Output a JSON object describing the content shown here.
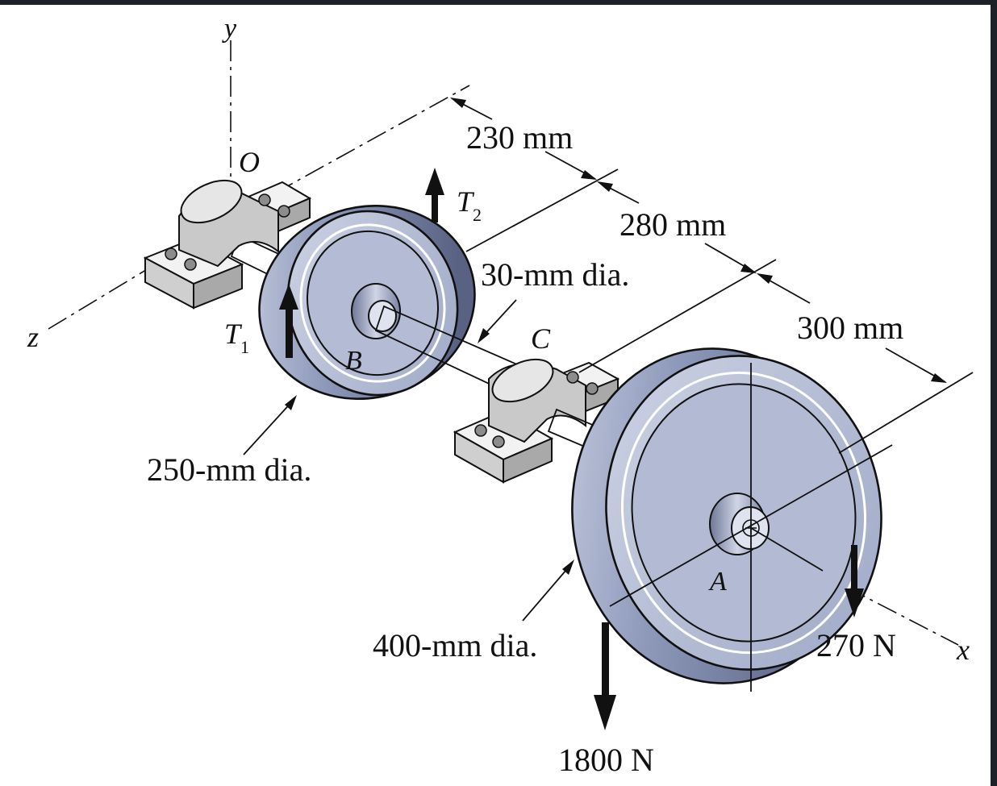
{
  "axes": {
    "x": "x",
    "y": "y",
    "z": "z",
    "origin": "O"
  },
  "points": {
    "A": "A",
    "B": "B",
    "C": "C"
  },
  "tensions": {
    "t1": "T",
    "t1_sub": "1",
    "t2": "T",
    "t2_sub": "2"
  },
  "dimensions": {
    "d1": "230 mm",
    "d2": "280 mm",
    "d3": "300 mm",
    "shaft_dia": "30-mm dia.",
    "pulley_b_dia": "250-mm dia.",
    "pulley_a_dia": "400-mm dia."
  },
  "loads": {
    "f1": "1800 N",
    "f2": "270 N"
  },
  "colors": {
    "frame": "#1e2128",
    "paper": "#ffffff",
    "metal_light": "#c3c9dc",
    "metal_mid": "#8e99bb",
    "metal_dark": "#58607f",
    "bearing": "#dadada",
    "ink": "#111111"
  }
}
